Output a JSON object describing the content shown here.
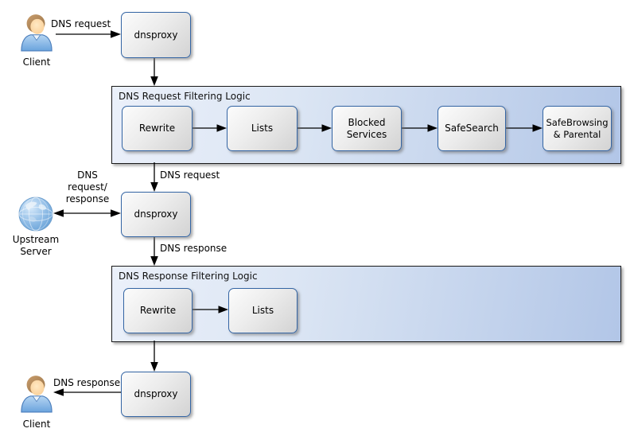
{
  "nodes": {
    "dnsproxy1": "dnsproxy",
    "dnsproxy2": "dnsproxy",
    "dnsproxy3": "dnsproxy"
  },
  "actors": {
    "client_top": "Client",
    "client_bottom": "Client",
    "upstream": "Upstream\nServer"
  },
  "containers": {
    "request": {
      "title": "DNS Request Filtering Logic",
      "nodes": [
        "Rewrite",
        "Lists",
        "Blocked\nServices",
        "SafeSearch",
        "SafeBrowsing\n& Parental"
      ]
    },
    "response": {
      "title": "DNS Response Filtering Logic",
      "nodes": [
        "Rewrite",
        "Lists"
      ]
    }
  },
  "edge_labels": {
    "client_to_proxy": "DNS request",
    "filter_in": "DNS request",
    "upstream_exchange": "DNS\nrequest/\nresponse",
    "proxy_to_filter": "DNS response",
    "proxy_to_client": "DNS response"
  },
  "icons": {
    "client_top": "user-icon",
    "client_bottom": "user-icon",
    "upstream": "globe-icon"
  },
  "colors": {
    "node_border": "#3465a4",
    "container_border": "#1a1a1a",
    "edge": "#000000",
    "text": "#000000"
  }
}
